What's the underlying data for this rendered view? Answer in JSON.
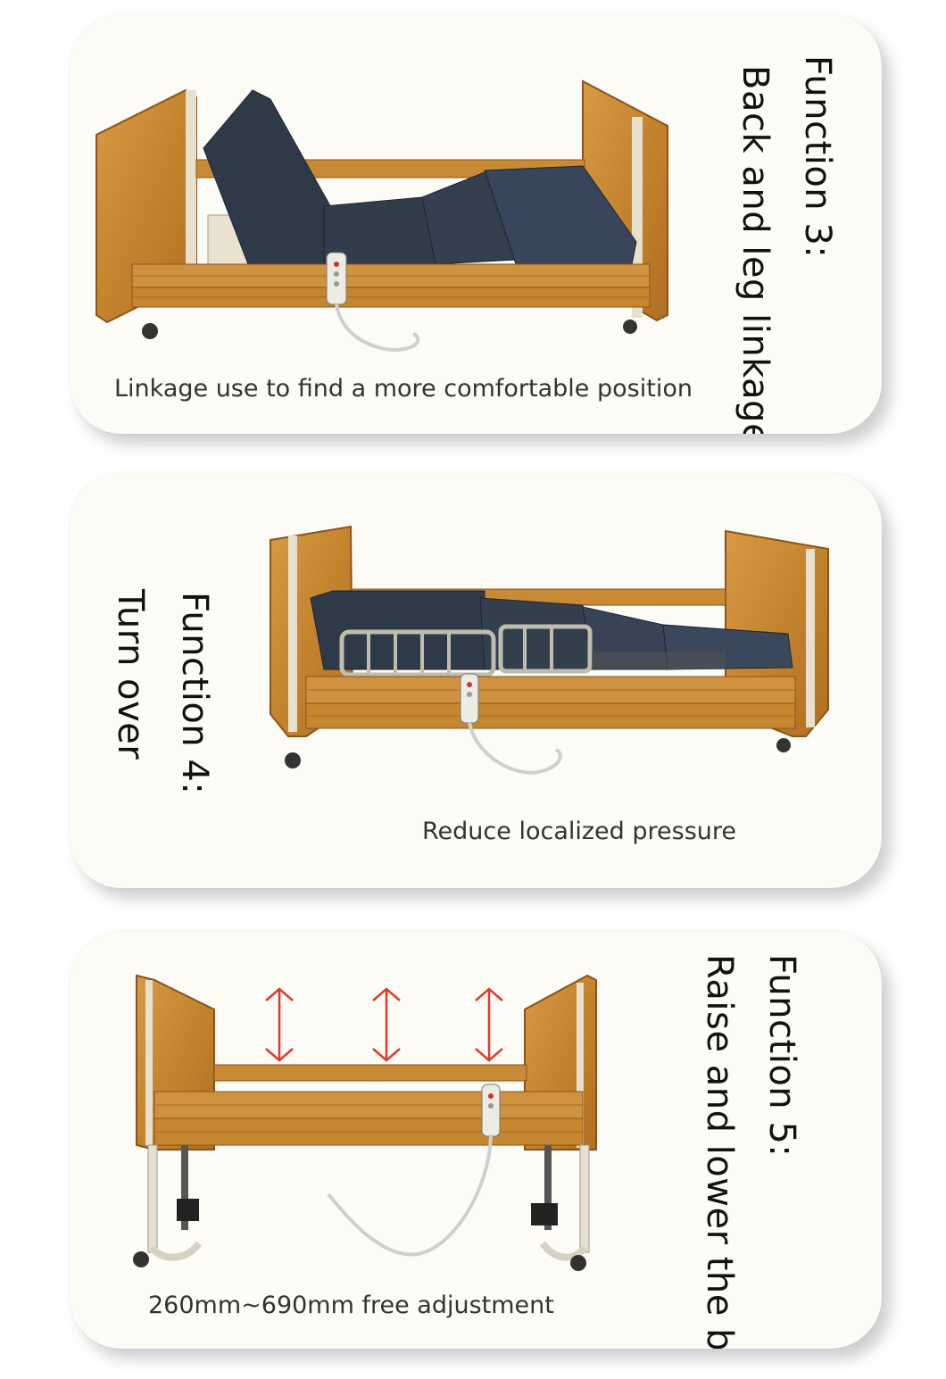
{
  "functions": [
    {
      "heading": "Function 3:",
      "name": "Back and leg linkage",
      "caption": "Linkage use to find a more comfortable position"
    },
    {
      "heading": "Function 4:",
      "name": "Turn over",
      "caption": "Reduce localized pressure"
    },
    {
      "heading": "Function 5:",
      "name": "Raise and lower the bed",
      "caption": "260mm~690mm free adjustment"
    }
  ],
  "colors": {
    "card_background": "#fdfbf6",
    "wood": "#c98a35",
    "mattress": "#2f3a48",
    "arrow": "#e03a2a"
  }
}
